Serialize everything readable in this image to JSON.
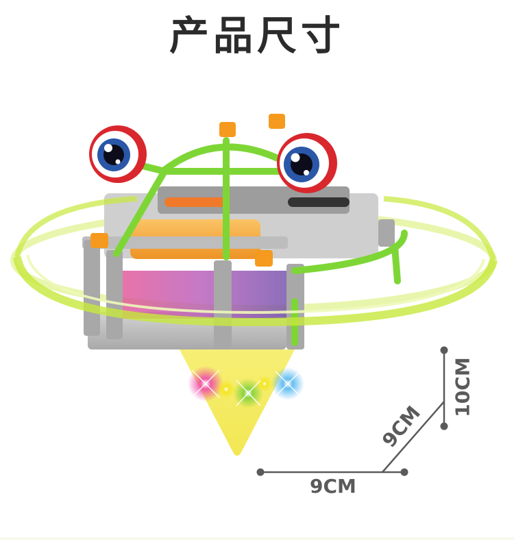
{
  "header": {
    "title": "产品尺寸"
  },
  "product": {
    "description": "Spinning top toy with cartoon eyes, green frame, gray housing, orange accents, light-up cone base and green spin rings",
    "colors": {
      "frame_green": "#7ed636",
      "housing_gray": "#b9b9b9",
      "accent_orange": "#f59a1e",
      "eye_red": "#d9272e",
      "eye_blue": "#2a57a8",
      "cone_yellow": "#f3ea5a",
      "ring_glow": "#c9ea3a"
    },
    "lights": [
      "pink",
      "yellow",
      "green",
      "yellow",
      "blue"
    ]
  },
  "dimensions": {
    "width": {
      "label": "9CM",
      "value": 9,
      "unit": "CM"
    },
    "depth": {
      "label": "9CM",
      "value": 9,
      "unit": "CM"
    },
    "height": {
      "label": "10CM",
      "value": 10,
      "unit": "CM"
    },
    "line_color": "#5a5a5a"
  }
}
